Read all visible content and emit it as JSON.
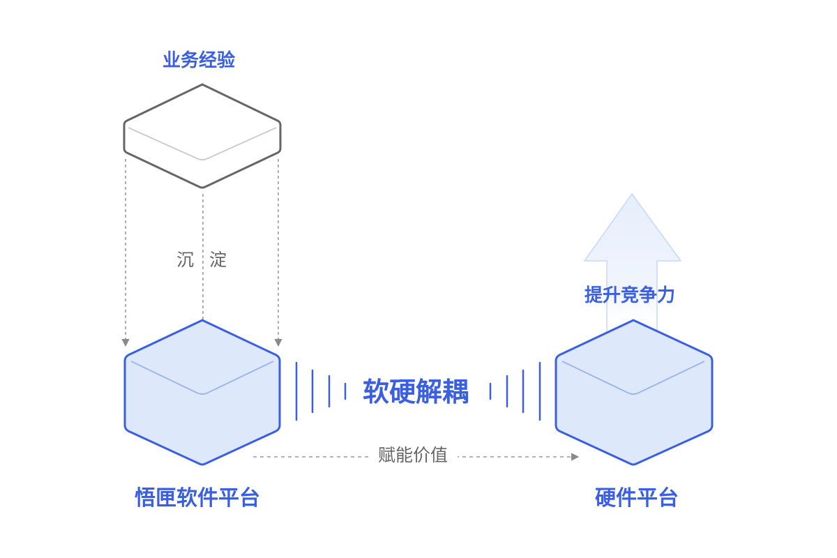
{
  "labels": {
    "business_experience": "业务经验",
    "settle_char_1": "沉",
    "settle_char_2": "淀",
    "decouple": "软硬解耦",
    "empower_value": "赋能价值",
    "improve_competitiveness": "提升竞争力",
    "software_platform": "悟匣软件平台",
    "hardware_platform": "硬件平台"
  },
  "colors": {
    "accent_blue": "#3a5fe0",
    "cube_fill": "#dde8fb",
    "cube_inner_line": "#9fb6ea",
    "outline_gray": "#666666",
    "inner_gray": "#cccccc",
    "dashed_gray": "#999999",
    "arrow_fill_light": "#e9f0fc"
  }
}
